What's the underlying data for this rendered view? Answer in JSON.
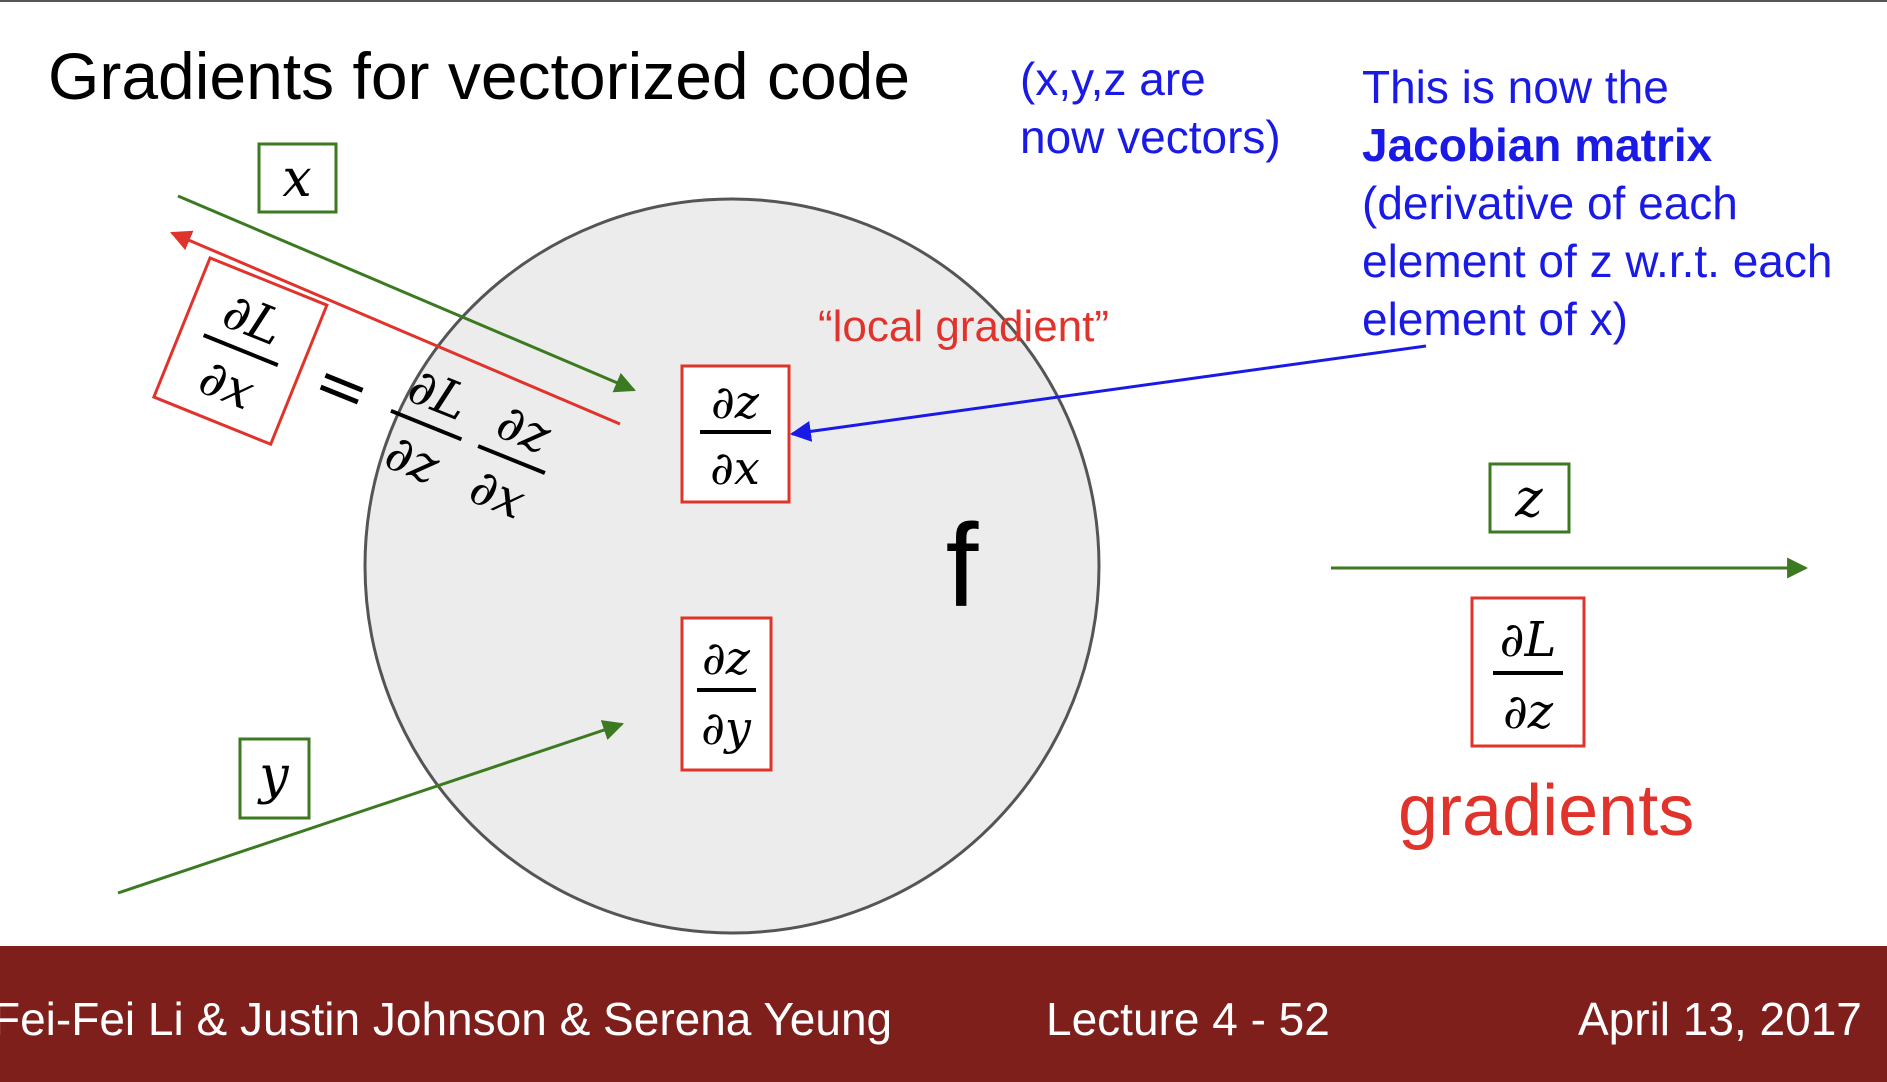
{
  "slide": {
    "title": "Gradients for vectorized code",
    "note_vectors": [
      "(x,y,z are",
      "now vectors)"
    ],
    "note_jacobian": {
      "line1": "This is now the",
      "line2_bold": "Jacobian matrix",
      "line3": "(derivative of each",
      "line4": "element of z w.r.t. each",
      "line5": "element of x)"
    },
    "local_gradient_label": "“local gradient”",
    "gradients_label": "gradients",
    "node_label": "f",
    "vars": {
      "x": "x",
      "y": "y",
      "z": "z"
    },
    "frac_dz_dx": {
      "num": "∂z",
      "den": "∂x"
    },
    "frac_dz_dy": {
      "num": "∂z",
      "den": "∂y"
    },
    "frac_dL_dz": {
      "num": "∂L",
      "den": "∂z"
    },
    "frac_dL_dx": {
      "num": "∂L",
      "den": "∂x"
    },
    "equals": "=",
    "chain_rule": {
      "a_num": "∂L",
      "a_den": "∂z",
      "b_num": "∂z",
      "b_den": "∂x"
    }
  },
  "colors": {
    "green": "#3c7a22",
    "red": "#e0332b",
    "blue": "#1a1ae6",
    "node_fill": "#ececec",
    "footer": "#7f1f1c"
  },
  "footer": {
    "authors": "Fei-Fei Li & Justin Johnson & Serena Yeung",
    "lecture": "Lecture 4 - 52",
    "date": "April 13, 2017"
  }
}
